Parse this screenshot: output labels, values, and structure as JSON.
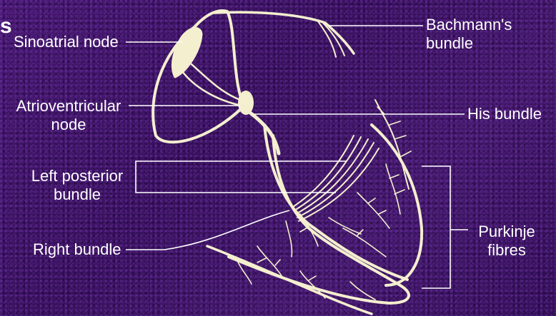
{
  "labels": {
    "sinoatrial_node": "Sinoatrial node",
    "atrioventricular_node": "Atrioventricular\nnode",
    "left_posterior_bundle": "Left posterior\nbundle",
    "right_bundle": "Right bundle",
    "bachmanns_bundle": "Bachmann's\nbundle",
    "his_bundle": "His bundle",
    "purkinje_fibres": "Purkinje\nfibres"
  },
  "edge_text": "s",
  "colors": {
    "background": "#3e1563",
    "conduction_system": "#f4efcf",
    "label_text": "#ffffff"
  }
}
